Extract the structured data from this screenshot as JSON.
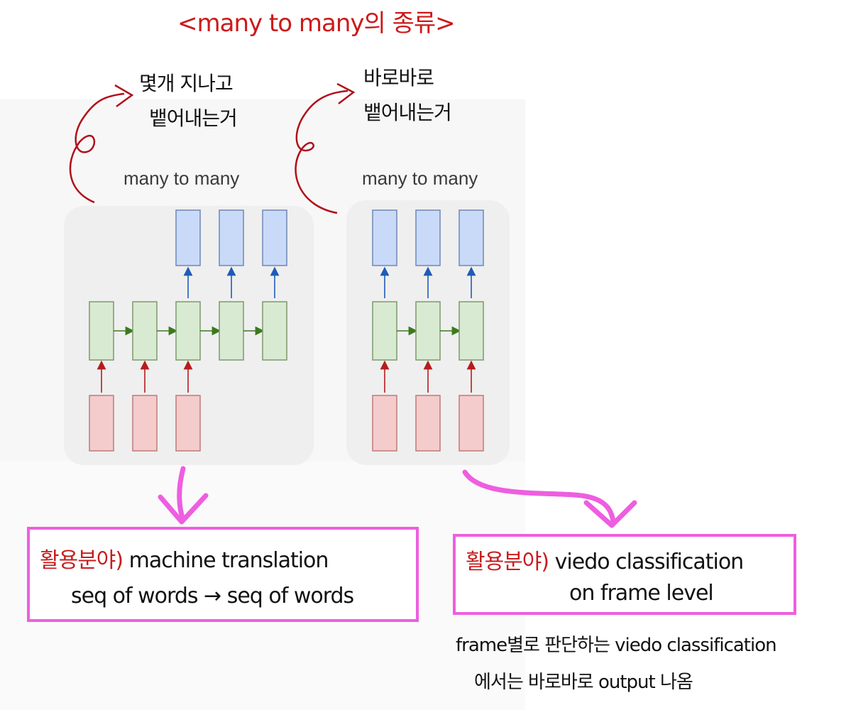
{
  "title": "<many to many의 종류>",
  "left_note": {
    "line1": "몇개 지나고",
    "line2": "뱉어내는거"
  },
  "right_note": {
    "line1": "바로바로",
    "line2": "뱉어내는거"
  },
  "left_panel": {
    "title": "many to many",
    "input_count": 3,
    "hidden_count": 5,
    "output_count": 3
  },
  "right_panel": {
    "title": "many to many",
    "input_count": 3,
    "hidden_count": 3,
    "output_count": 3
  },
  "left_box": {
    "tag": "활용분야)",
    "line1": "machine translation",
    "line2": "seq of words → seq of words"
  },
  "right_box": {
    "tag": "활용분야)",
    "line1": "viedo classification",
    "line2": "on frame level"
  },
  "footnote": {
    "line1": "frame별로 판단하는 viedo classification",
    "line2": "에서는 바로바로 output 나옴"
  },
  "colors": {
    "title_red": "#cc1a1a",
    "highlight_pink": "#ee5ee0",
    "input_fill": "#f4cccc",
    "hidden_fill": "#d9ead3",
    "output_fill": "#c9daf8",
    "panel_bg": "#efefef"
  }
}
